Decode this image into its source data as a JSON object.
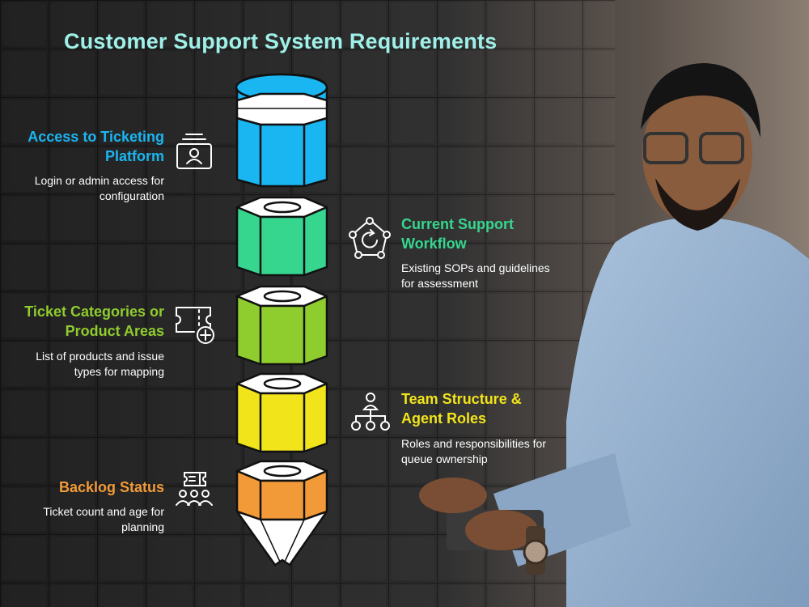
{
  "title": "Customer Support System Requirements",
  "colors": {
    "title": "#9ff0e8",
    "blue": "#1ab6f2",
    "green": "#36d68f",
    "lime": "#8fcc2e",
    "yellow": "#f2e41a",
    "orange": "#f29a38"
  },
  "items": [
    {
      "heading": [
        "Access to Ticketing",
        "Platform"
      ],
      "description": [
        "Login or admin access for",
        "configuration"
      ],
      "icon": "id-card-icon",
      "color": "#1ab6f2"
    },
    {
      "heading": [
        "Current Support",
        "Workflow"
      ],
      "description": [
        "Existing SOPs and guidelines",
        "for assessment"
      ],
      "icon": "workflow-cycle-icon",
      "color": "#36d68f"
    },
    {
      "heading": [
        "Ticket Categories or",
        "Product Areas"
      ],
      "description": [
        "List of products and issue",
        "types for mapping"
      ],
      "icon": "ticket-add-icon",
      "color": "#8fcc2e"
    },
    {
      "heading": [
        "Team Structure &",
        "Agent Roles"
      ],
      "description": [
        "Roles and responsibilities for",
        "queue ownership"
      ],
      "icon": "org-chart-icon",
      "color": "#f2e41a"
    },
    {
      "heading": [
        "Backlog Status"
      ],
      "description": [
        "Ticket count and age for",
        "planning"
      ],
      "icon": "ticket-people-icon",
      "color": "#f29a38"
    }
  ]
}
